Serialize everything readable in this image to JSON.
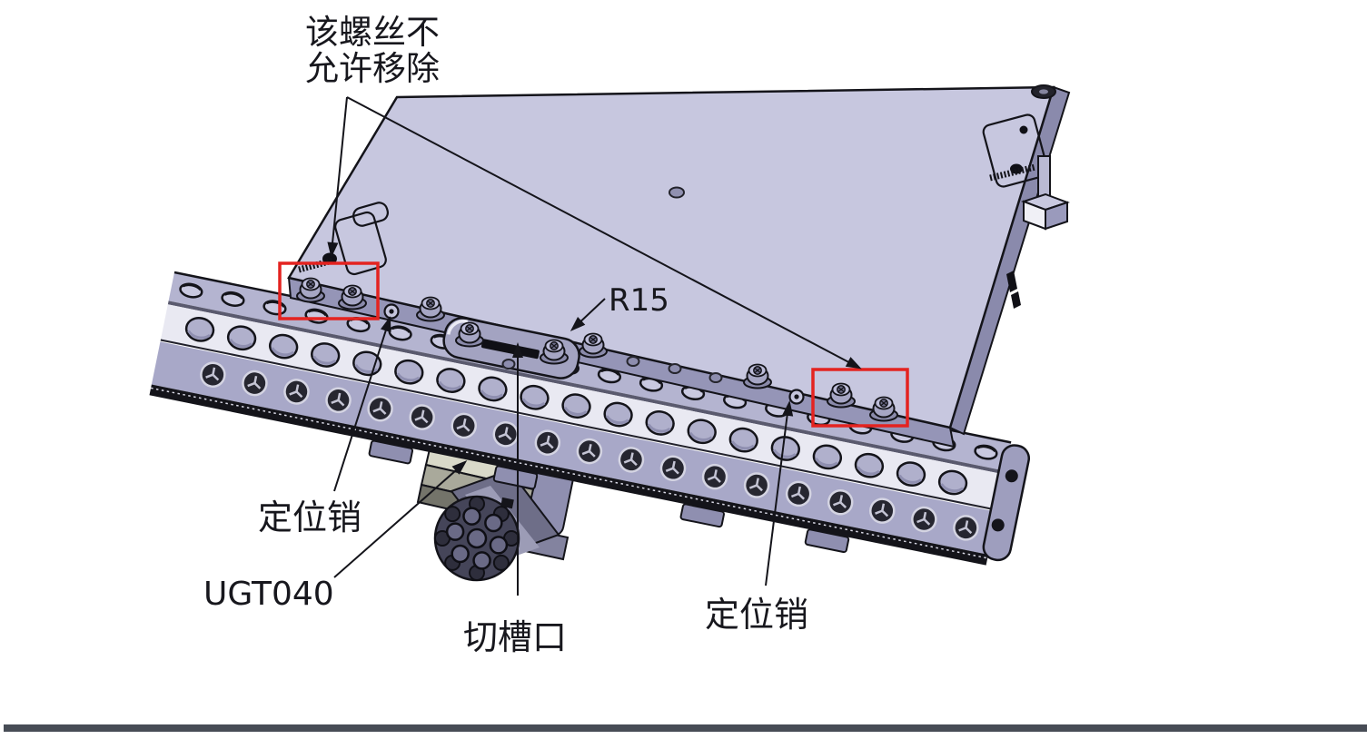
{
  "diagram": {
    "note": {
      "line1": "该螺丝不",
      "line2": "允许移除"
    },
    "labels": {
      "radius": "R15",
      "pin_left": "定位销",
      "pin_right": "定位销",
      "part_code": "UGT040",
      "slot": "切槽口"
    },
    "colors": {
      "plate": "#c7c7df",
      "plate_edge": "#9595b7",
      "plate_edge_right": "#8a8aac",
      "rail_top": "#b4b4d0",
      "rail_light": "#e9e9f2",
      "rail_mid": "#a8a8c8",
      "outline": "#17171d",
      "highlight_red": "#e42320",
      "divider": "#474c55",
      "block_top": "#d9d9c9",
      "block_side": "#a9a99b",
      "block_shadow": "#74746a",
      "connector_body": "#6e6e88",
      "connector_face": "#454559"
    }
  }
}
